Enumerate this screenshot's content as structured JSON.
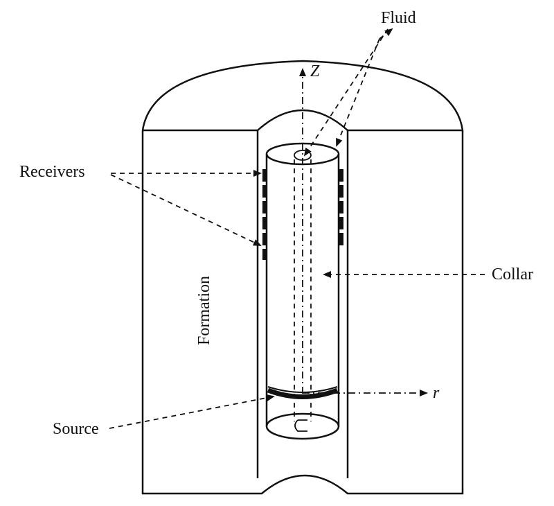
{
  "diagram": {
    "labels": {
      "fluid": "Fluid",
      "z_axis": "Z",
      "receivers": "Receivers",
      "collar": "Collar",
      "formation": "Formation",
      "source": "Source",
      "r_axis": "r"
    }
  }
}
